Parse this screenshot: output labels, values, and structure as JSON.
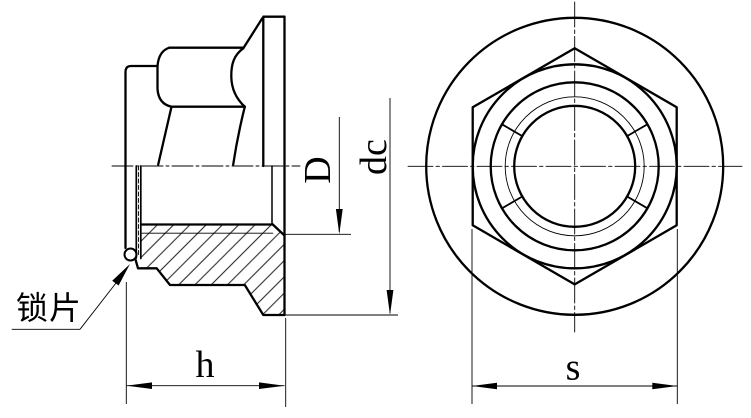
{
  "labels": {
    "lock_plate": "锁片",
    "thread_diameter": "D",
    "flange_diameter": "dc",
    "nut_height": "h",
    "width_across_flats": "s"
  },
  "colors": {
    "line": "#000000",
    "background": "#ffffff"
  }
}
